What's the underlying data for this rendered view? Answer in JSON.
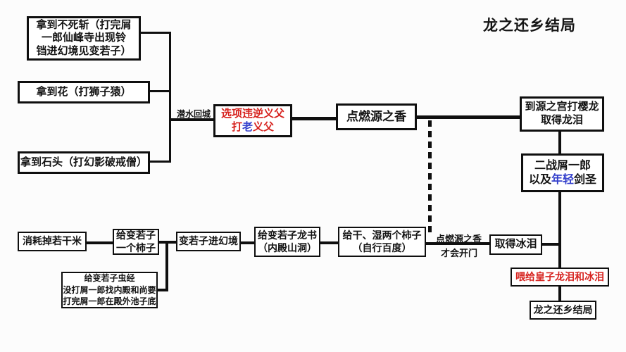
{
  "title": "龙之还乡结局",
  "colors": {
    "red": "#d7231f",
    "blue": "#3440cc",
    "line": "#0f0f0f",
    "box_bg": "#ffffff",
    "page_bg": "#fcfcfc"
  },
  "labels": {
    "dive_back": "潜水回城",
    "gate_line1": "点燃源之香",
    "gate_line2": "才会开门"
  },
  "nodes": {
    "mortal_blade": {
      "line1": "拿到不死斩（打完屑",
      "line2": "一郎仙峰寺出现铃",
      "line3": "铛进幻境见变若子）"
    },
    "flower": {
      "text": "拿到花（打狮子猿）"
    },
    "stone": {
      "text": "拿到石头（打幻影破戒僧）"
    },
    "defy_father": {
      "line1": "选项违逆义父",
      "line2a": "打",
      "line2b": "老",
      "line2c": "义父"
    },
    "light_incense": {
      "text": "点燃源之香"
    },
    "dragon_tear": {
      "line1": "到源之宫打樱龙",
      "line2": "取得龙泪"
    },
    "rematch_genichiro": {
      "line1": "二战屑一郎",
      "line2a": "以及",
      "line2b": "年轻",
      "line2c": "剑圣"
    },
    "consume_rice": {
      "text": "消耗掉若干米"
    },
    "give_persimmon": {
      "line1": "给变若子",
      "line2": "一个柿子"
    },
    "insect_scroll": {
      "line1": "给变若子虫经",
      "line2": "没打屑一郎找内殿和尚要",
      "line3": "打完屑一郎在殿外池子底"
    },
    "enter_illusion": {
      "text": "变若子进幻境"
    },
    "dragon_book": {
      "line1": "给变若子龙书",
      "line2": "（内殿山洞）"
    },
    "two_persimmons": {
      "line1": "给干、湿两个柿子",
      "line2": "（自行百度）"
    },
    "ice_tear": {
      "text": "取得冰泪"
    },
    "feed_prince": {
      "text": "喂给皇子龙泪和冰泪"
    },
    "ending": {
      "text": "龙之还乡结局"
    }
  }
}
